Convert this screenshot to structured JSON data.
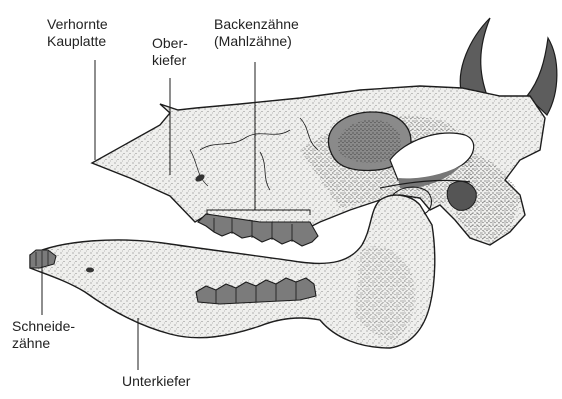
{
  "labels": {
    "verhornte_kauplatte": [
      "Verhornte",
      "Kauplatte"
    ],
    "oberkiefer": [
      "Ober-",
      "kiefer"
    ],
    "backenzaehne": [
      "Backenzähne",
      "(Mahlzähne)"
    ],
    "schneidezaehne": [
      "Schneide-",
      "zähne"
    ],
    "unterkiefer": "Unterkiefer"
  },
  "colors": {
    "bone_fill": "#efefed",
    "stipple": "#3a3a3a",
    "outline": "#1c1c1c",
    "horn": "#5d5d5d",
    "teeth": "#7b7b7b",
    "cavity": "#8a8a8a"
  }
}
